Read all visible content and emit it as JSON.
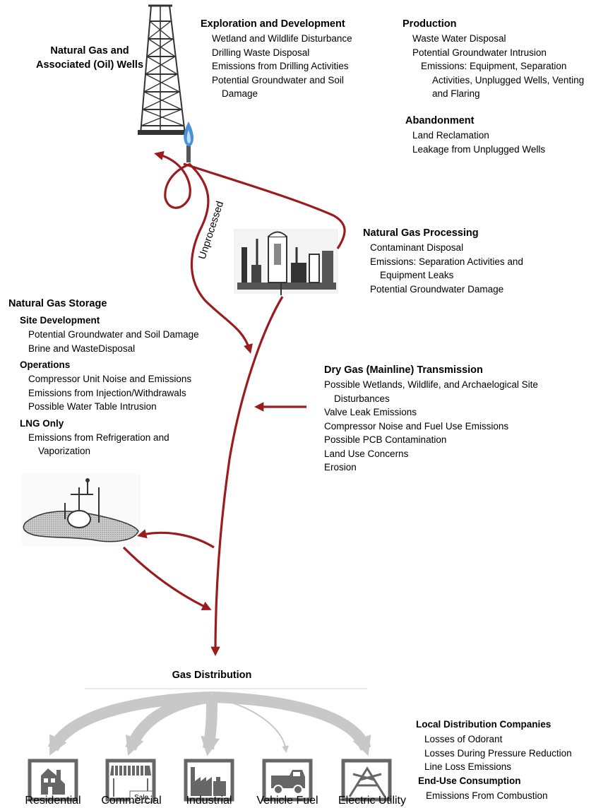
{
  "wells": {
    "title_line1": "Natural Gas and",
    "title_line2": "Associated (Oil) Wells"
  },
  "exploration": {
    "title": "Exploration and Development",
    "items": [
      "Wetland and Wildlife Disturbance",
      "Drilling Waste Disposal",
      "Emissions from Drilling Activities",
      "Potential Groundwater and Soil Damage"
    ]
  },
  "production": {
    "title": "Production",
    "items": [
      "Waste Water Disposal",
      "Potential Groundwater Intrusion",
      "Emissions:  Equipment, Separation Activities, Unplugged Wells, Venting and Flaring"
    ]
  },
  "abandonment": {
    "title": "Abandonment",
    "items": [
      "Land Reclamation",
      "Leakage from Unplugged Wells"
    ]
  },
  "processing": {
    "title": "Natural Gas Processing",
    "items": [
      "Contaminant Disposal",
      "Emissions:  Separation Activities and Equipment Leaks",
      "Potential Groundwater Damage"
    ]
  },
  "flow_label": "Unprocessed",
  "storage": {
    "title": "Natural Gas Storage",
    "sections": [
      {
        "title": "Site Development",
        "items": [
          "Potential Groundwater and Soil Damage",
          "Brine and WasteDisposal"
        ]
      },
      {
        "title": "Operations",
        "items": [
          "Compressor Unit Noise and Emissions",
          "Emissions from Injection/Withdrawals",
          "Possible Water Table Intrusion"
        ]
      },
      {
        "title": "LNG Only",
        "items": [
          "Emissions from Refrigeration and Vaporization"
        ]
      }
    ]
  },
  "transmission": {
    "title": "Dry Gas (Mainline) Transmission",
    "items": [
      "Possible Wetlands, Wildlife, and Archaelogical Site Disturbances",
      "Valve Leak Emissions",
      "Compressor Noise and Fuel Use Emissions",
      "Possible PCB Contamination",
      "Land Use Concerns",
      "Erosion"
    ]
  },
  "distribution": {
    "title": "Gas Distribution"
  },
  "ldc": {
    "title": "Local Distribution Companies",
    "items": [
      "Losses of Odorant",
      "Losses During Pressure Reduction",
      "Line Loss Emissions"
    ]
  },
  "enduse": {
    "title": "End-Use Consumption",
    "items": [
      "Emissions From Combustion"
    ]
  },
  "end_users": [
    "Residential",
    "Commercial",
    "Industrial",
    "Vehicle Fuel",
    "Electric Utility"
  ],
  "sale_sign": "Sale",
  "colors": {
    "arrow": "#9b1b1e",
    "fan": "#c8c8c8",
    "icon": "#666666"
  }
}
